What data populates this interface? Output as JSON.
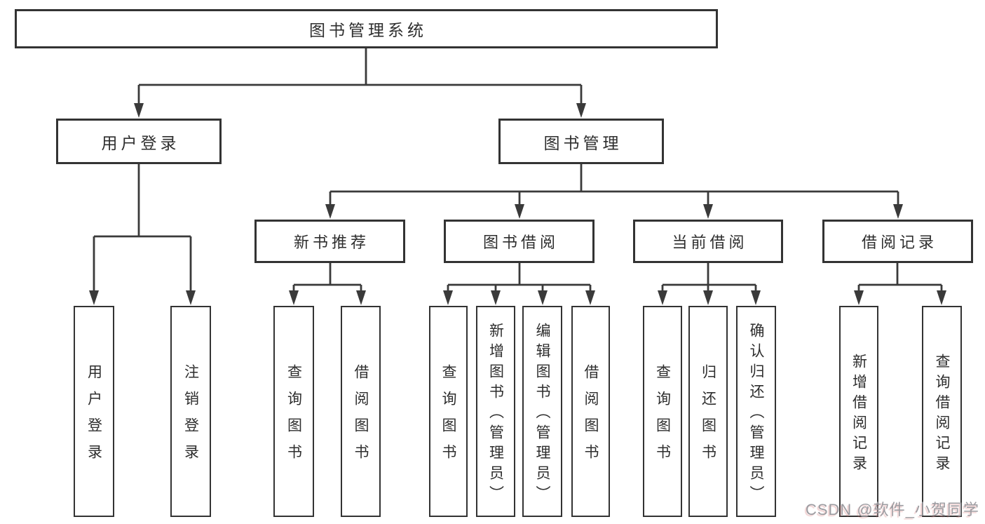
{
  "diagram": {
    "root": {
      "label": "图书管理系统"
    },
    "level2": [
      {
        "label": "用户登录",
        "parent": "图书管理系统"
      },
      {
        "label": "图书管理",
        "parent": "图书管理系统"
      }
    ],
    "level3": [
      {
        "label": "新书推荐",
        "parent": "图书管理"
      },
      {
        "label": "图书借阅",
        "parent": "图书管理"
      },
      {
        "label": "当前借阅",
        "parent": "图书管理"
      },
      {
        "label": "借阅记录",
        "parent": "图书管理"
      }
    ],
    "leaves": [
      {
        "label": "用户登录",
        "parent": "用户登录"
      },
      {
        "label": "注销登录",
        "parent": "用户登录"
      },
      {
        "label": "查询图书",
        "parent": "新书推荐"
      },
      {
        "label": "借阅图书",
        "parent": "新书推荐"
      },
      {
        "label": "查询图书",
        "parent": "图书借阅"
      },
      {
        "label": "新增图书（管理员）",
        "parent": "图书借阅"
      },
      {
        "label": "编辑图书（管理员）",
        "parent": "图书借阅"
      },
      {
        "label": "借阅图书",
        "parent": "图书借阅"
      },
      {
        "label": "查询图书",
        "parent": "当前借阅"
      },
      {
        "label": "归还图书",
        "parent": "当前借阅"
      },
      {
        "label": "确认归还（管理员）",
        "parent": "当前借阅"
      },
      {
        "label": "新增借阅记录",
        "parent": "借阅记录"
      },
      {
        "label": "查询借阅记录",
        "parent": "借阅记录"
      }
    ],
    "colors": {
      "line": "#3a3a3a",
      "box_border": "#333333",
      "box_fill": "#ffffff",
      "text": "#2e2e2e"
    }
  },
  "watermark": {
    "text": "CSDN @软件_小贺同学",
    "color": "#9c9ca1"
  }
}
